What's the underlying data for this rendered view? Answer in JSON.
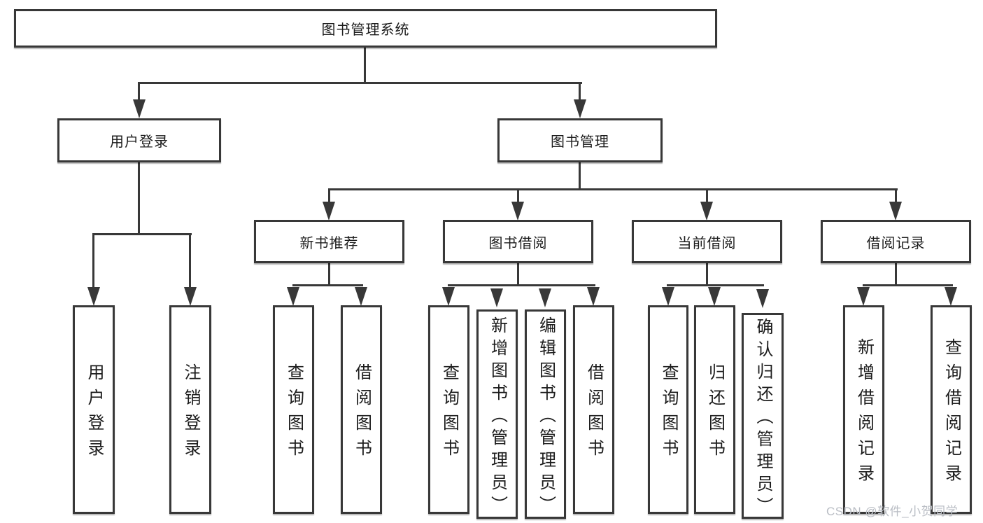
{
  "diagram_title": "图书管理系统",
  "nodes": {
    "root": {
      "label": "图书管理系统"
    },
    "user_login": {
      "label": "用户登录"
    },
    "book_mgmt": {
      "label": "图书管理"
    },
    "new_books": {
      "label": "新书推荐"
    },
    "book_borrow": {
      "label": "图书借阅"
    },
    "current_borrow": {
      "label": "当前借阅"
    },
    "borrow_records": {
      "label": "借阅记录"
    },
    "leaf_user_login": {
      "label": "用户登录"
    },
    "leaf_logout": {
      "label": "注销登录"
    },
    "leaf_nb_query": {
      "label": "查询图书"
    },
    "leaf_nb_borrow": {
      "label": "借阅图书"
    },
    "leaf_bb_query": {
      "label": "查询图书"
    },
    "leaf_bb_add": {
      "label": "新增图书（管理员）"
    },
    "leaf_bb_edit": {
      "label": "编辑图书（管理员）"
    },
    "leaf_bb_borrow": {
      "label": "借阅图书"
    },
    "leaf_cb_query": {
      "label": "查询图书"
    },
    "leaf_cb_return": {
      "label": "归还图书"
    },
    "leaf_cb_confirm": {
      "label": "确认归还（管理员）"
    },
    "leaf_br_add": {
      "label": "新增借阅记录"
    },
    "leaf_br_query": {
      "label": "查询借阅记录"
    }
  },
  "hierarchy": {
    "图书管理系统": {
      "用户登录": [
        "用户登录",
        "注销登录"
      ],
      "图书管理": {
        "新书推荐": [
          "查询图书",
          "借阅图书"
        ],
        "图书借阅": [
          "查询图书",
          "新增图书（管理员）",
          "编辑图书（管理员）",
          "借阅图书"
        ],
        "当前借阅": [
          "查询图书",
          "归还图书",
          "确认归还（管理员）"
        ],
        "借阅记录": [
          "新增借阅记录",
          "查询借阅记录"
        ]
      }
    }
  },
  "watermark": "CSDN @软件_小贺同学",
  "colors": {
    "line": "#383838",
    "box_border": "#383838",
    "box_fill": "#ffffff",
    "text": "#1c1c1c",
    "background": "#ffffff",
    "watermark": "#b9bdc4"
  }
}
